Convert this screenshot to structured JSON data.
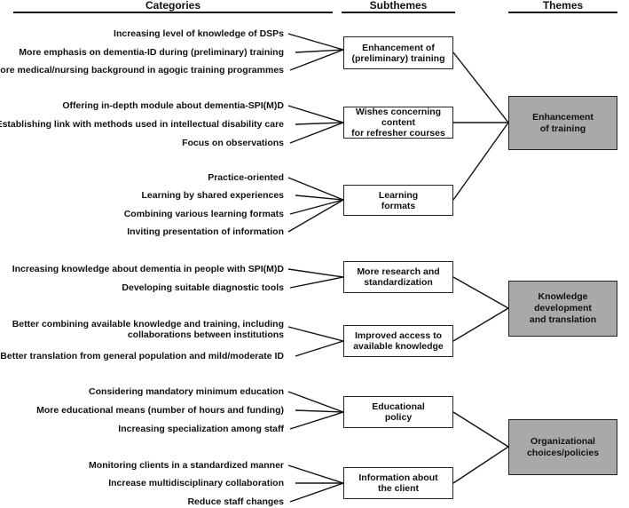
{
  "headers": {
    "categories": "Categories",
    "subthemes": "Subthemes",
    "themes": "Themes"
  },
  "categories": [
    "Increasing level of knowledge of DSPs",
    "More emphasis on dementia-ID during (preliminary) training",
    "More medical/nursing background in agogic training programmes",
    "Offering in-depth module about dementia-SPI(M)D",
    "Establishing link with methods used in intellectual disability care",
    "Focus on observations",
    "Practice-oriented",
    "Learning by shared experiences",
    "Combining various learning formats",
    "Inviting presentation of information",
    "Increasing knowledge about dementia in people with SPI(M)D",
    "Developing suitable diagnostic tools",
    "Better combining available knowledge and training, including\ncollaborations between institutions",
    "Better translation from general population and mild/moderate ID",
    "Considering mandatory minimum education",
    "More educational means (number of hours and funding)",
    "Increasing specialization among staff",
    "Monitoring clients in a standardized manner",
    "Increase multidisciplinary collaboration",
    "Reduce staff changes"
  ],
  "subthemes": [
    "Enhancement of\n(preliminary) training",
    "Wishes concerning content\nfor refresher courses",
    "Learning\nformats",
    "More research and\nstandardization",
    "Improved access to\navailable knowledge",
    "Educational\npolicy",
    "Information about\nthe client"
  ],
  "themes": [
    "Enhancement\nof training",
    "Knowledge development\nand translation",
    "Organizational\nchoices/policies"
  ],
  "colors": {
    "theme_fill": "#a9a9a9",
    "line": "#111111"
  }
}
